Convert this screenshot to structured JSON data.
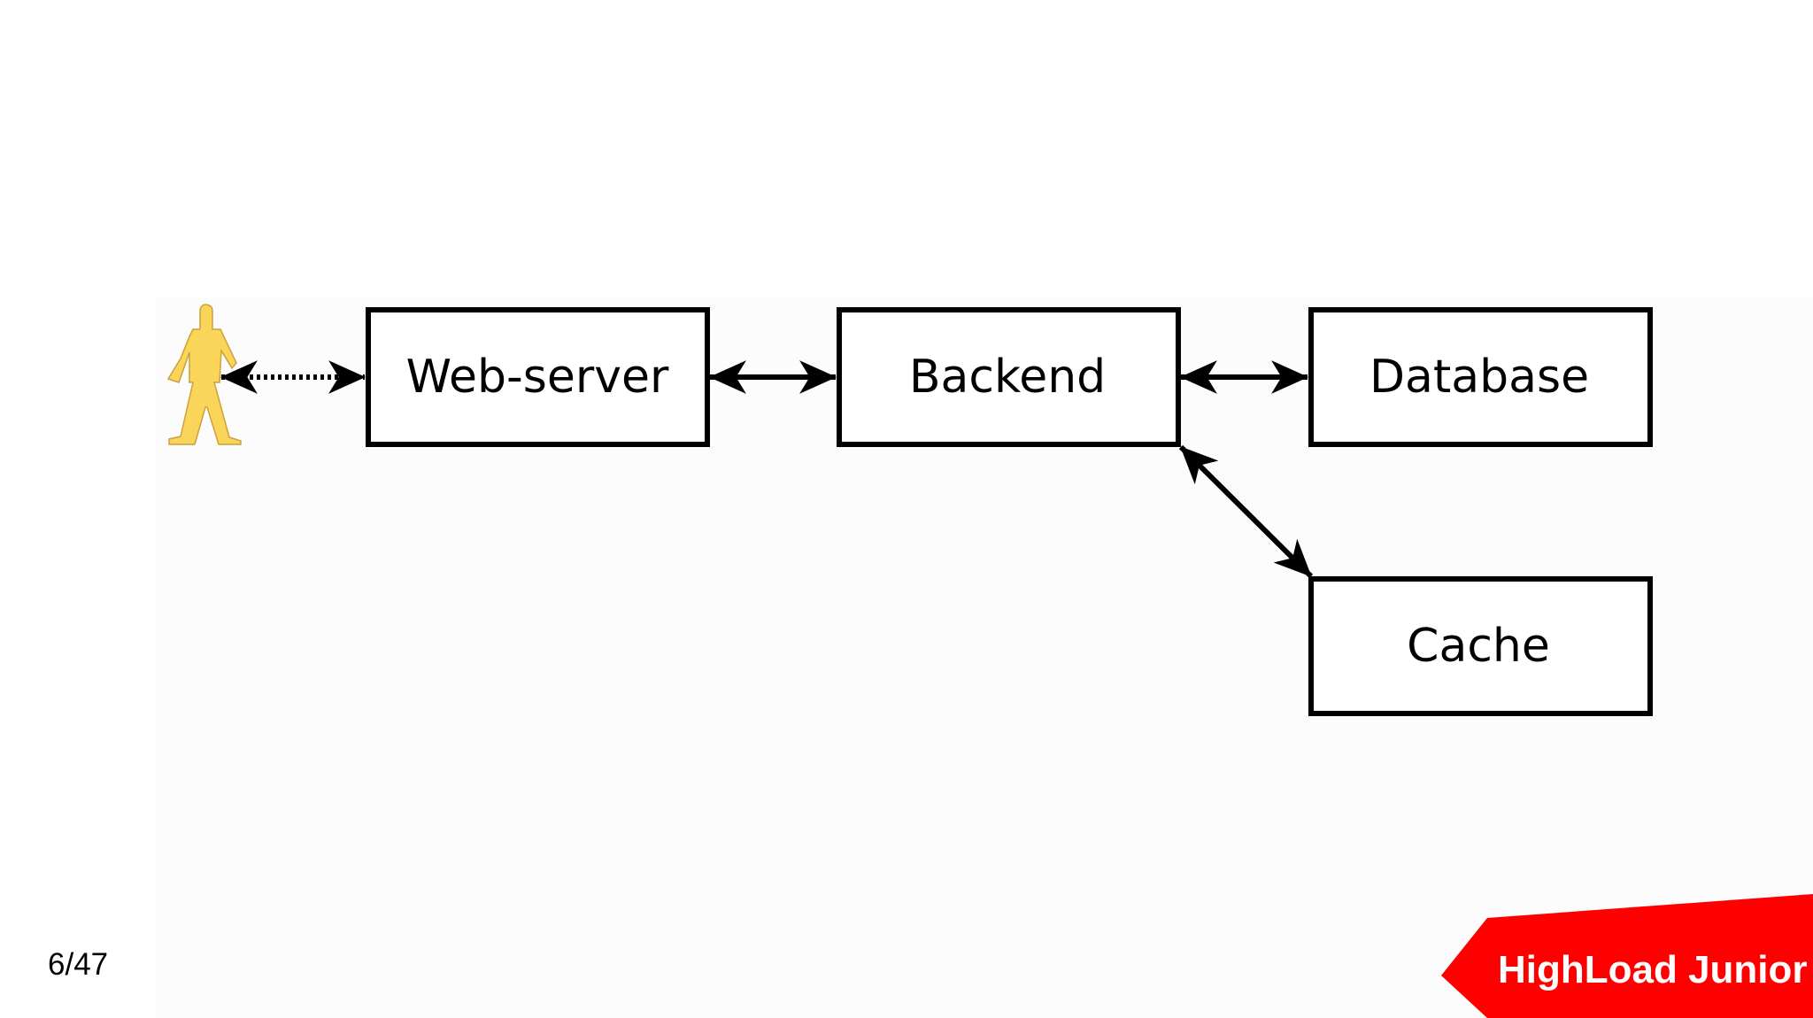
{
  "slide": {
    "page_number": "6/47",
    "brand": {
      "name": "HighLoad Junior",
      "color": "#ff0000"
    }
  },
  "diagram": {
    "nodes": {
      "user": {
        "icon": "person-icon",
        "color": "#fbd45a"
      },
      "web_server": {
        "label": "Web-server"
      },
      "backend": {
        "label": "Backend"
      },
      "database": {
        "label": "Database"
      },
      "cache": {
        "label": "Cache"
      }
    },
    "edges": [
      {
        "from": "user",
        "to": "web_server",
        "style": "dotted",
        "direction": "both"
      },
      {
        "from": "web_server",
        "to": "backend",
        "style": "solid",
        "direction": "both"
      },
      {
        "from": "backend",
        "to": "database",
        "style": "solid",
        "direction": "both"
      },
      {
        "from": "backend",
        "to": "cache",
        "style": "solid",
        "direction": "both"
      }
    ]
  }
}
